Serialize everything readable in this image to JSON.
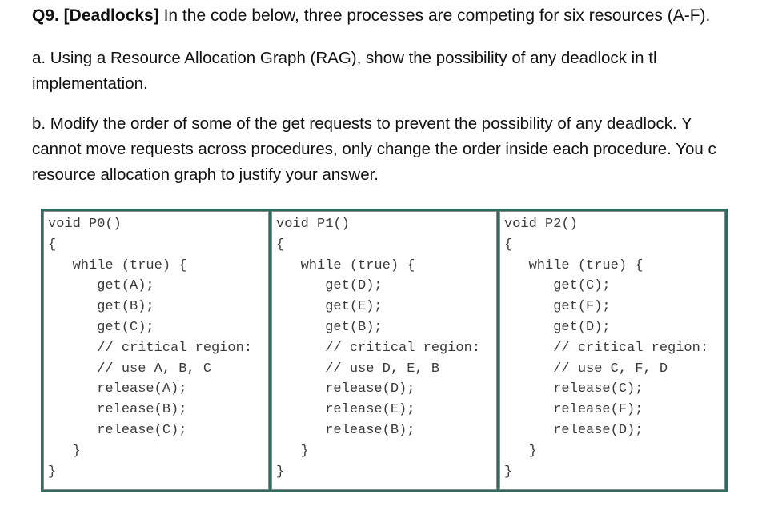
{
  "question": {
    "number": "Q9. [Deadlocks]",
    "intro": "In the code below, three processes are competing for six resources (A-F)."
  },
  "part_a": {
    "lines": [
      "a.  Using  a  Resource  Allocation  Graph  (RAG),  show  the  possibility  of  any  deadlock  in  tl",
      "implementation."
    ]
  },
  "part_b": {
    "lines": [
      "b. Modify the order of some of the get requests to prevent the possibility of any deadlock. Y",
      "cannot move requests across procedures, only change the order inside each procedure. You c",
      "resource allocation graph to justify your answer."
    ]
  },
  "procedures": [
    {
      "name": "P0",
      "lines": [
        "void P0()",
        "{",
        "   while (true) {",
        "      get(A);",
        "      get(B);",
        "      get(C);",
        "      // critical region:",
        "      // use A, B, C",
        "      release(A);",
        "      release(B);",
        "      release(C);",
        "   }",
        "}"
      ]
    },
    {
      "name": "P1",
      "lines": [
        "void P1()",
        "{",
        "   while (true) {",
        "      get(D);",
        "      get(E);",
        "      get(B);",
        "      // critical region:",
        "      // use D, E, B",
        "      release(D);",
        "      release(E);",
        "      release(B);",
        "   }",
        "}"
      ]
    },
    {
      "name": "P2",
      "lines": [
        "void P2()",
        "{",
        "   while (true) {",
        "      get(C);",
        "      get(F);",
        "      get(D);",
        "      // critical region:",
        "      // use C, F, D",
        "      release(C);",
        "      release(F);",
        "      release(D);",
        "   }",
        "}"
      ]
    }
  ]
}
